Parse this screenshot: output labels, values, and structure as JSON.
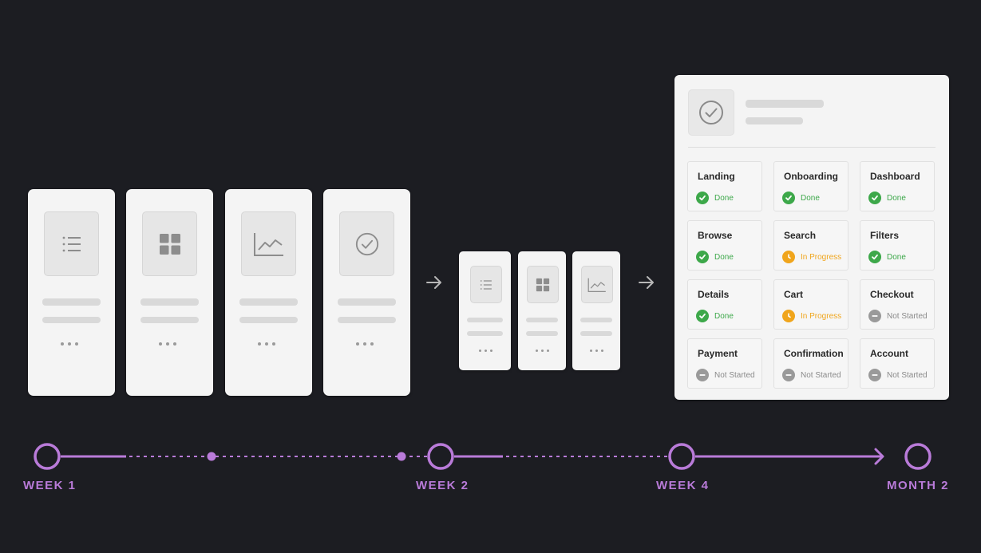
{
  "colors": {
    "background": "#1c1d22",
    "accent": "#b97bd9",
    "done": "#3da84a",
    "in_progress": "#f0a51c",
    "not_started": "#9a9a9a"
  },
  "stage1_cards": [
    {
      "icon": "list-icon"
    },
    {
      "icon": "grid-icon"
    },
    {
      "icon": "line-chart-icon"
    },
    {
      "icon": "check-circle-icon"
    }
  ],
  "stage2_cards": [
    {
      "icon": "list-icon"
    },
    {
      "icon": "grid-icon"
    },
    {
      "icon": "line-chart-icon"
    }
  ],
  "panel": {
    "header_icon": "check-circle-icon",
    "items": [
      {
        "name": "Landing",
        "status": "Done",
        "state": "done"
      },
      {
        "name": "Onboarding",
        "status": "Done",
        "state": "done"
      },
      {
        "name": "Dashboard",
        "status": "Done",
        "state": "done"
      },
      {
        "name": "Browse",
        "status": "Done",
        "state": "done"
      },
      {
        "name": "Search",
        "status": "In Progress",
        "state": "in_progress"
      },
      {
        "name": "Filters",
        "status": "Done",
        "state": "done"
      },
      {
        "name": "Details",
        "status": "Done",
        "state": "done"
      },
      {
        "name": "Cart",
        "status": "In Progress",
        "state": "in_progress"
      },
      {
        "name": "Checkout",
        "status": "Not Started",
        "state": "not_started"
      },
      {
        "name": "Payment",
        "status": "Not Started",
        "state": "not_started"
      },
      {
        "name": "Confirmation",
        "status": "Not Started",
        "state": "not_started"
      },
      {
        "name": "Account",
        "status": "Not Started",
        "state": "not_started"
      }
    ]
  },
  "timeline": {
    "milestones": [
      "WEEK 1",
      "WEEK 2",
      "WEEK 4",
      "MONTH 2"
    ]
  }
}
